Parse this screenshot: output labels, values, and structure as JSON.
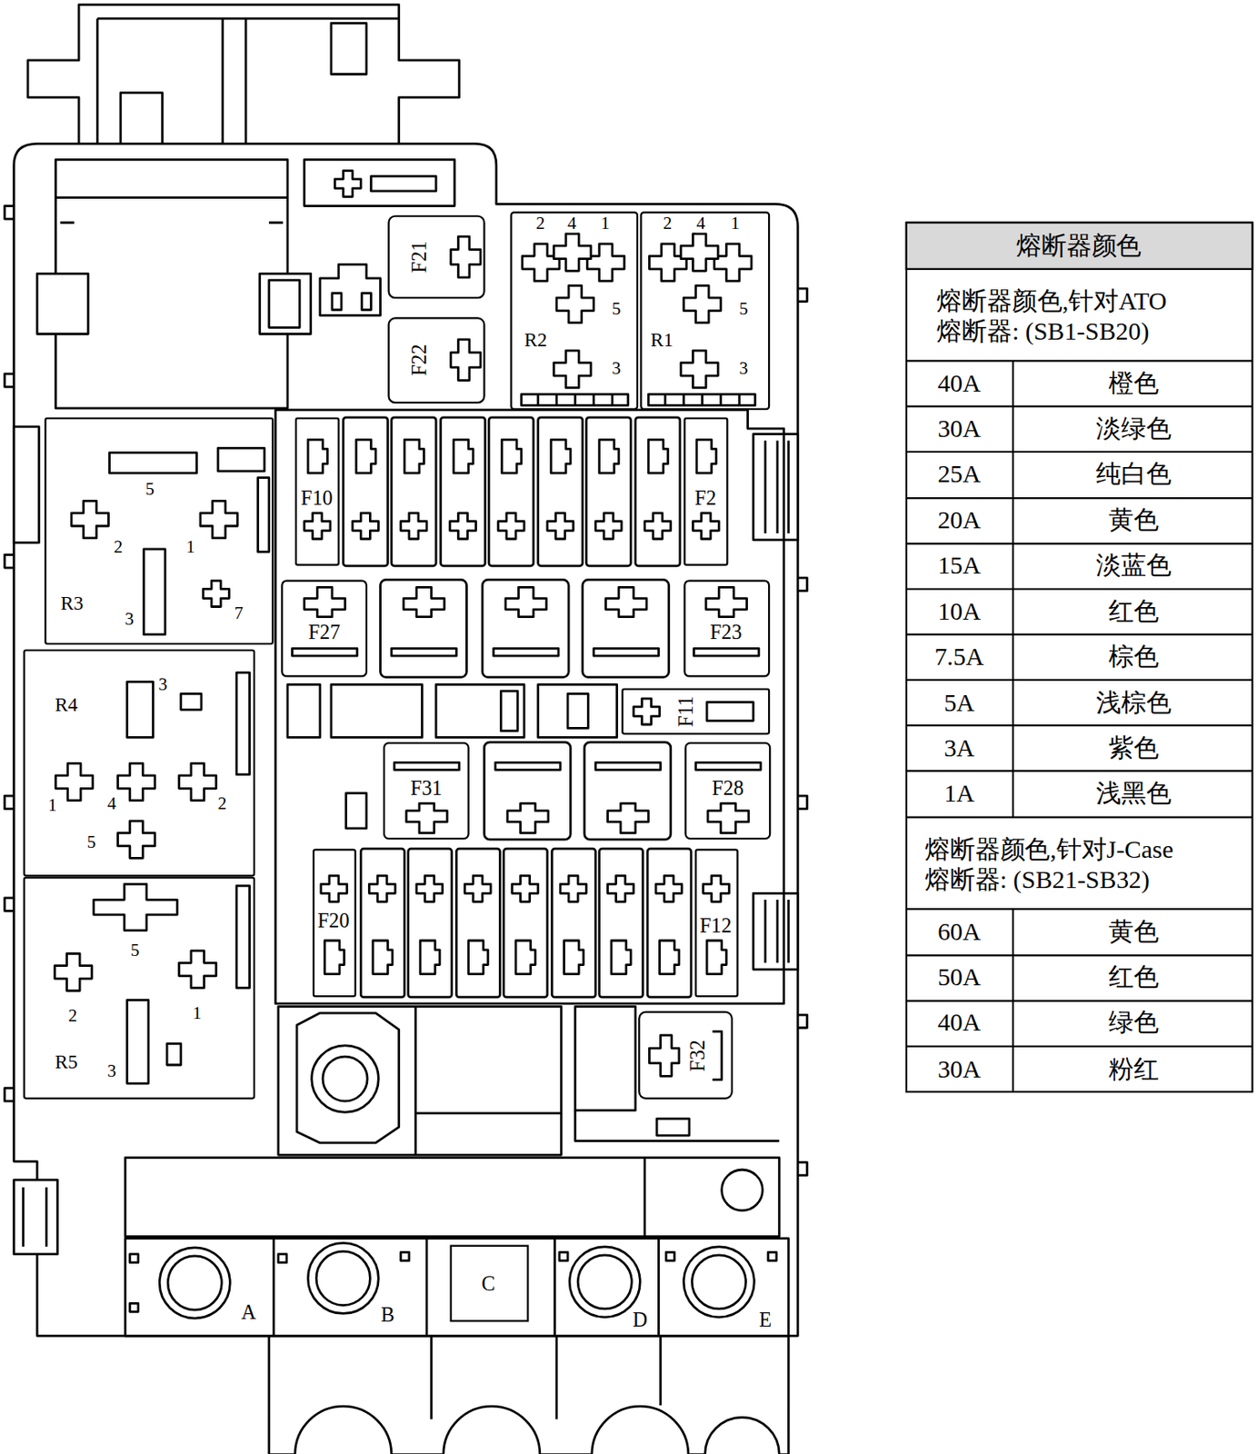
{
  "diagram": {
    "nodes": [
      {
        "text": [
          "F21"
        ]
      },
      {
        "text": [
          "F22"
        ]
      },
      {
        "text": [
          "2",
          "4",
          "1",
          "5",
          "R2",
          "3"
        ]
      },
      {
        "text": [
          "2",
          "4",
          "1",
          "5",
          "R1",
          "3"
        ]
      },
      {
        "text": [
          "5",
          "2",
          "1",
          "R3",
          "3",
          "7"
        ]
      },
      {
        "text": [
          "F10"
        ]
      },
      {
        "text": [
          "F2"
        ]
      },
      {
        "text": [
          "F27"
        ]
      },
      {
        "text": [
          "F23"
        ]
      },
      {
        "text": [
          "3",
          "R4",
          "1",
          "4",
          "2",
          "5"
        ]
      },
      {
        "text": [
          "F11"
        ]
      },
      {
        "text": [
          "F31"
        ]
      },
      {
        "text": [
          "F28"
        ]
      },
      {
        "text": [
          "5",
          "2",
          "1",
          "R5",
          "3"
        ]
      },
      {
        "text": [
          "F20"
        ]
      },
      {
        "text": [
          "F12"
        ]
      },
      {
        "text": [
          "F32"
        ]
      },
      {
        "text": [
          "C"
        ]
      }
    ],
    "labels": [
      "A",
      "B",
      "D",
      "E",
      "熔断器颜色",
      "熔断器颜色,针对ATO 熔断器: (SB1-SB20)",
      "40A",
      "橙色",
      "30A",
      "淡绿色",
      "25A",
      "纯白色",
      "20A",
      "黄色",
      "15A",
      "淡蓝色",
      "10A",
      "红色",
      "7.5A",
      "棕色",
      "5A",
      "浅棕色",
      "3A",
      "紫色",
      "1A",
      "浅黑色",
      "熔断器颜色,针对J-Case 熔断器: (SB21-SB32)",
      "60A",
      "黄色",
      "50A",
      "红色",
      "40A",
      "绿色",
      "30A",
      "粉红"
    ]
  }
}
